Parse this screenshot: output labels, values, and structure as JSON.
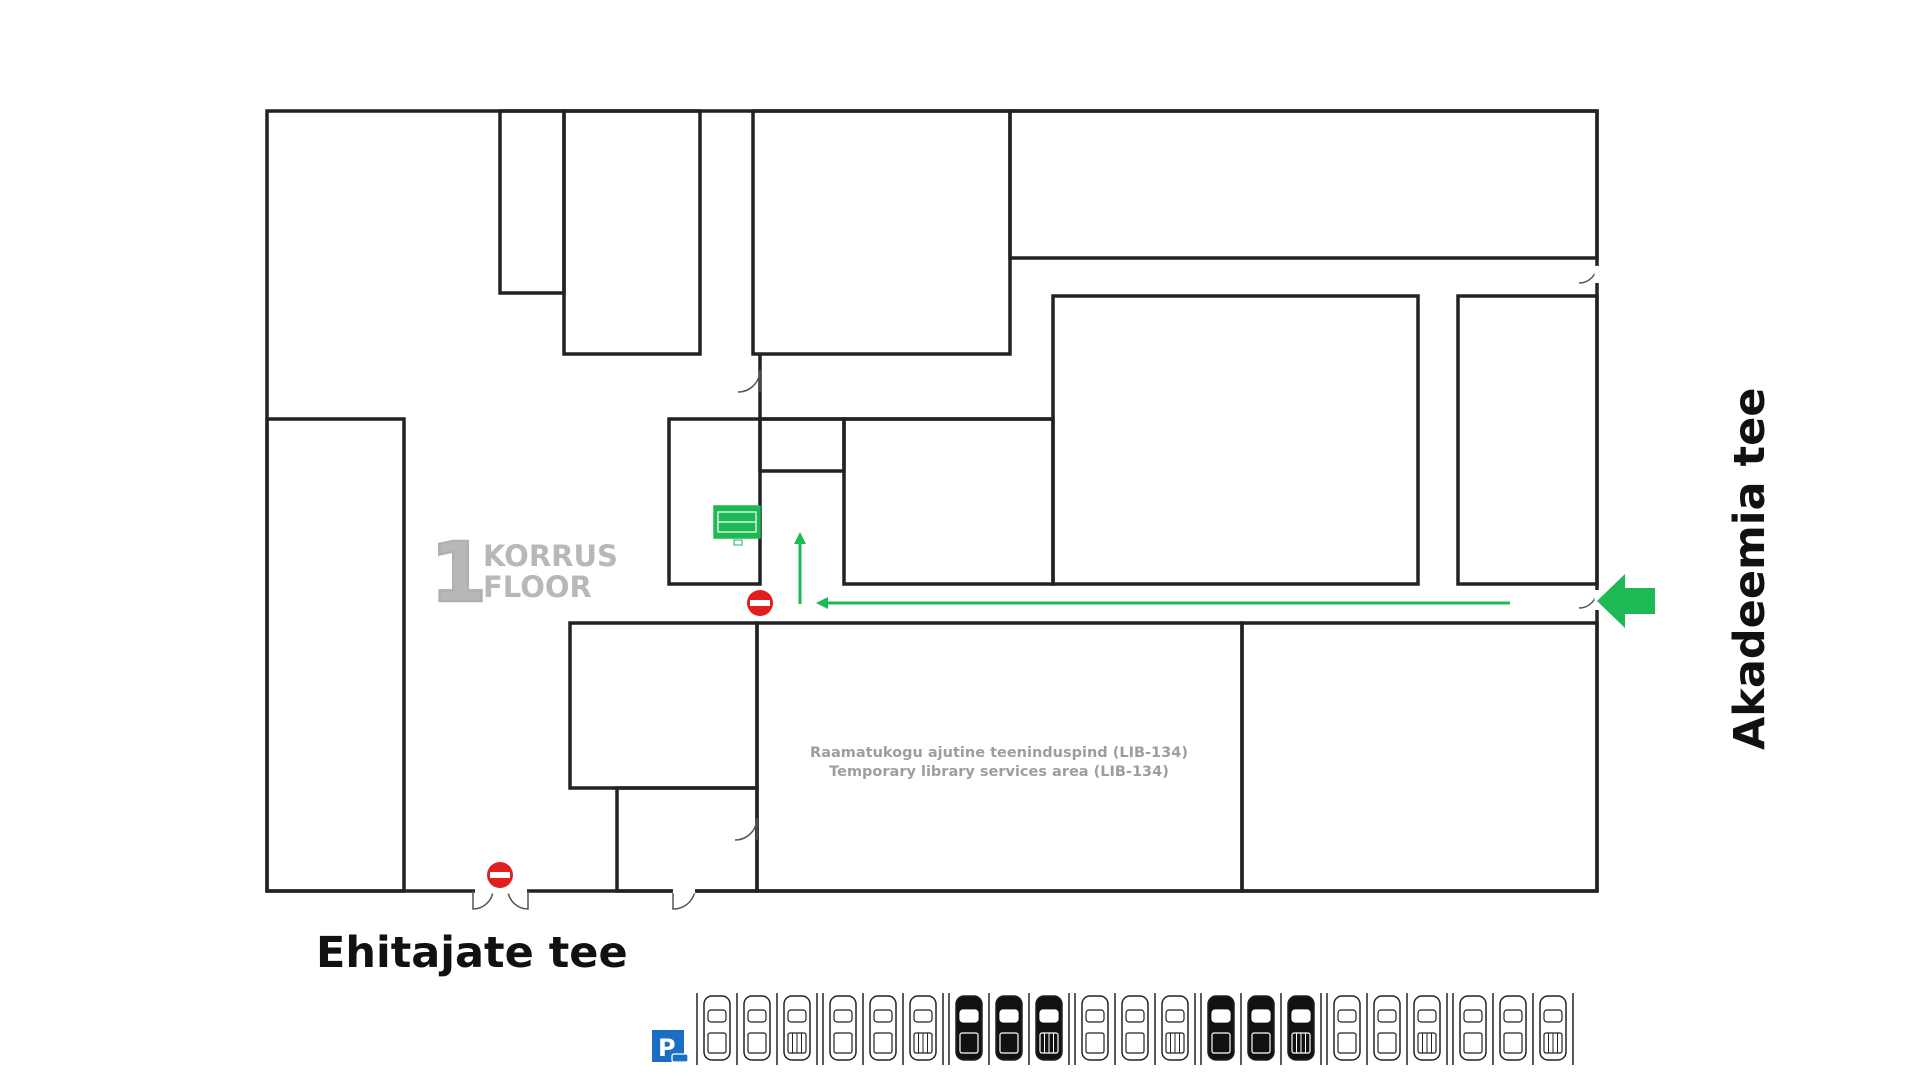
{
  "map": {
    "streets": {
      "bottom": "Ehitajate tee",
      "right": "Akadeemia tee"
    },
    "floor": {
      "number": "1",
      "label_et": "KORRUS",
      "label_en": "FLOOR"
    },
    "room": {
      "name_et": "Raamatukogu ajutine teeninduspind (LIB-134)",
      "name_en": "Temporary library services area (LIB-134)"
    },
    "parking": {
      "sign": "P"
    },
    "colors": {
      "route": "#1db954",
      "no_entry": "#e02020",
      "wall": "#222222",
      "parking_sign": "#1b6fc2"
    },
    "icons": {
      "route_arrow": "arrow-icon",
      "no_entry": "no-entry-icon",
      "parking": "parking-icon",
      "exit_sign": "exit-sign-icon"
    }
  }
}
